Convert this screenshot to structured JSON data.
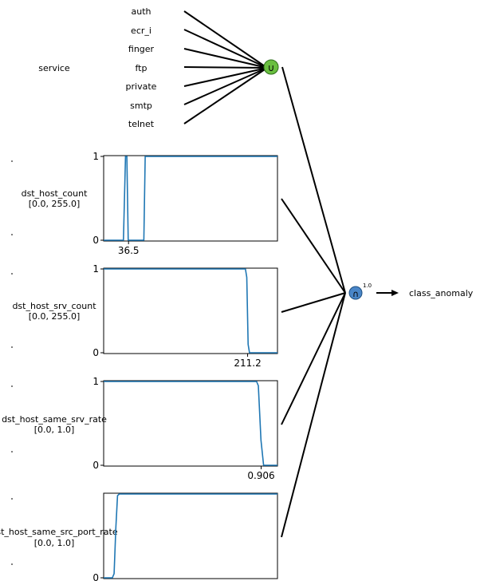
{
  "service": {
    "label": "service",
    "values": [
      "auth",
      "ecr_i",
      "finger",
      "ftp",
      "private",
      "smtp",
      "telnet"
    ],
    "union_symbol": "∪",
    "union_color": "#6abf40"
  },
  "intersection": {
    "symbol": "∩",
    "weight": "1.0",
    "color": "#4a86c8",
    "output_label": "class_anomaly"
  },
  "chart_data": [
    {
      "type": "line",
      "title": "dst_host_count",
      "range_label": "[0.0, 255.0]",
      "xlim": [
        0,
        255
      ],
      "ylim": [
        0,
        1
      ],
      "yticks": [
        "0",
        "1"
      ],
      "threshold_label": "36.5",
      "threshold": 36.5,
      "x": [
        0,
        29,
        32,
        34,
        36,
        37,
        40,
        59,
        61,
        63,
        255
      ],
      "y": [
        0,
        0,
        1,
        1,
        0,
        0,
        0,
        0,
        1,
        1,
        1
      ],
      "line_color": "#1f77b4"
    },
    {
      "type": "line",
      "title": "dst_host_srv_count",
      "range_label": "[0.0, 255.0]",
      "xlim": [
        0,
        255
      ],
      "ylim": [
        0,
        1
      ],
      "yticks": [
        "0",
        "1"
      ],
      "threshold_label": "211.2",
      "threshold": 211.2,
      "x": [
        0,
        208,
        210,
        212,
        214,
        255
      ],
      "y": [
        1,
        1,
        0.9,
        0.1,
        0,
        0
      ],
      "line_color": "#1f77b4"
    },
    {
      "type": "line",
      "title": "dst_host_same_srv_rate",
      "range_label": "[0.0, 1.0]",
      "xlim": [
        0,
        1
      ],
      "ylim": [
        0,
        1
      ],
      "yticks": [
        "0",
        "1"
      ],
      "threshold_label": "0.906",
      "threshold": 0.906,
      "x": [
        0,
        0.88,
        0.89,
        0.905,
        0.92,
        1.0
      ],
      "y": [
        1,
        1,
        0.95,
        0.3,
        0,
        0
      ],
      "line_color": "#1f77b4"
    },
    {
      "type": "line",
      "title": "dst_host_same_src_port_rate",
      "range_label": "[0.0, 1.0]",
      "xlim": [
        0,
        1
      ],
      "ylim": [
        0,
        1
      ],
      "yticks": [
        "0"
      ],
      "threshold_label": "",
      "x": [
        0,
        0.05,
        0.06,
        0.07,
        0.08,
        0.09,
        1.0
      ],
      "y": [
        0,
        0,
        0.05,
        0.6,
        0.98,
        1,
        1
      ],
      "line_color": "#1f77b4"
    }
  ]
}
